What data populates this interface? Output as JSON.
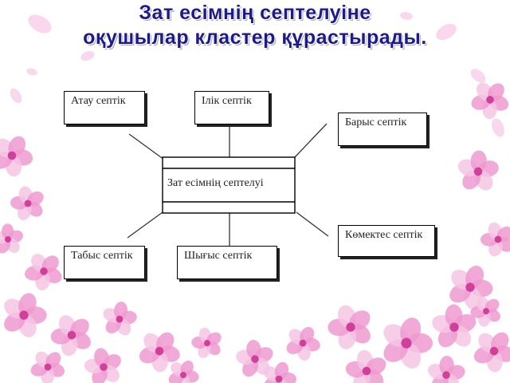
{
  "title": {
    "line1": "Зат есімнің септелуіне",
    "line2": "оқушылар кластер құрастырады."
  },
  "diagram": {
    "center": "Зат есімнің септелуі",
    "nodes": {
      "atau": "Атау септік",
      "ilik": "Ілік септік",
      "barys": "Барыс септік",
      "komektes": "Көмектес септік",
      "tabys": "Табыс септік",
      "shygys": "Шығыс септік"
    }
  },
  "colors": {
    "title": "#1f1a8a",
    "flower_light": "#f6c6e4",
    "flower_mid": "#ee9ad0",
    "flower_center": "#d0409a"
  }
}
